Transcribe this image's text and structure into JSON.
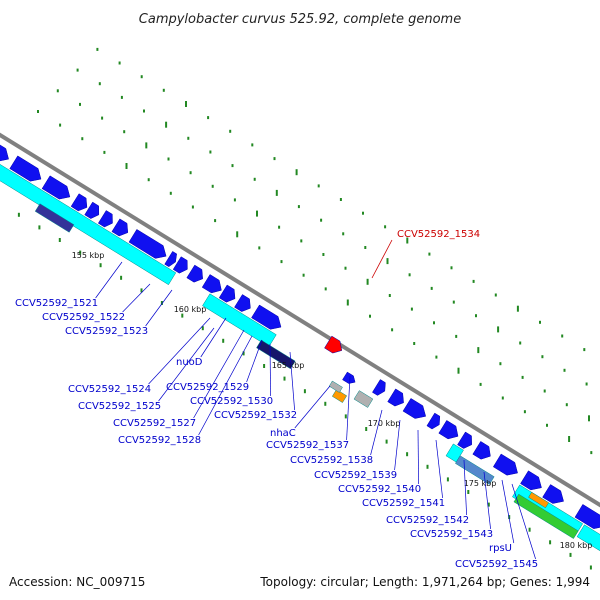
{
  "title": "Campylobacter curvus 525.92, complete genome",
  "accession": "Accession: NC_009715",
  "topology_summary": "Topology: circular; Length: 1,971,264 bp; Genes: 1,994",
  "colors": {
    "background": "#ffffff",
    "backbone": "#808080",
    "forward_gene": "#1010f0",
    "cds": "#00ffff",
    "rna": "#333399",
    "highlight": "#ff0000",
    "label_blue": "#0000cc",
    "label_red": "#cc0000",
    "tick": "#228822",
    "gc_dark": "#16166b",
    "gc_gray": "#b0b0b0",
    "gc_orange": "#ff9900",
    "gc_green": "#33cc33",
    "gc_pink": "#ff7777",
    "gc_steel": "#5588cc"
  },
  "kbp_ticks": [
    "155 kbp",
    "160 kbp",
    "165 kbp",
    "170 kbp",
    "175 kbp",
    "180 kbp"
  ],
  "highlighted_gene": "CCV52592_1534",
  "gene_labels": [
    "CCV52592_1521",
    "CCV52592_1522",
    "CCV52592_1523",
    "CCV52592_1524",
    "CCV52592_1525",
    "nuoD",
    "CCV52592_1527",
    "CCV52592_1528",
    "CCV52592_1529",
    "CCV52592_1530",
    "CCV52592_1532",
    "nhaC",
    "CCV52592_1537",
    "CCV52592_1538",
    "CCV52592_1539",
    "CCV52592_1540",
    "CCV52592_1541",
    "CCV52592_1542",
    "CCV52592_1543",
    "rpsU",
    "CCV52592_1545"
  ]
}
